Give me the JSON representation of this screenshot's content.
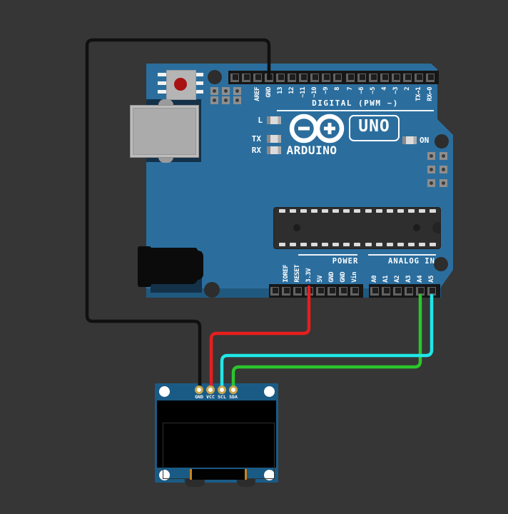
{
  "app": {
    "description": "Breadboard-style circuit diagram: Arduino UNO wired to an I2C OLED display",
    "background_color": "#363636"
  },
  "arduino": {
    "name": "Arduino UNO",
    "board_color": "#2b6e9e",
    "logo_text": "ARDUINO",
    "model_badge": "UNO",
    "digital_section_label": "DIGITAL (PWM ~)",
    "power_section_label": "POWER",
    "analog_section_label": "ANALOG IN",
    "led_labels": {
      "l": "L",
      "tx": "TX",
      "rx": "RX",
      "on": "ON"
    },
    "digital_pins": [
      "AREF",
      "GND",
      "13",
      "12",
      "~11",
      "~10",
      "~9",
      "8",
      "7",
      "~6",
      "~5",
      "4",
      "~3",
      "2",
      "TX→1",
      "RX←0"
    ],
    "power_pins": [
      "IOREF",
      "RESET",
      "3.3V",
      "5V",
      "GND",
      "GND",
      "Vin"
    ],
    "analog_pins": [
      "A0",
      "A1",
      "A2",
      "A3",
      "A4",
      "A5"
    ]
  },
  "oled": {
    "name": "OLED display module (I2C)",
    "board_color": "#1a5b86",
    "pins": [
      "GND",
      "VCC",
      "SCL",
      "SDA"
    ]
  },
  "wires": [
    {
      "id": "gnd",
      "color": "#101010",
      "from": "UNO GND (digital header)",
      "to": "OLED GND"
    },
    {
      "id": "vcc",
      "color": "#e81e1e",
      "from": "UNO 3.3V",
      "to": "OLED VCC"
    },
    {
      "id": "sda",
      "color": "#2cc52c",
      "from": "UNO A4",
      "to": "OLED SDA"
    },
    {
      "id": "scl",
      "color": "#1fe8e8",
      "from": "UNO A5",
      "to": "OLED SCL"
    }
  ]
}
